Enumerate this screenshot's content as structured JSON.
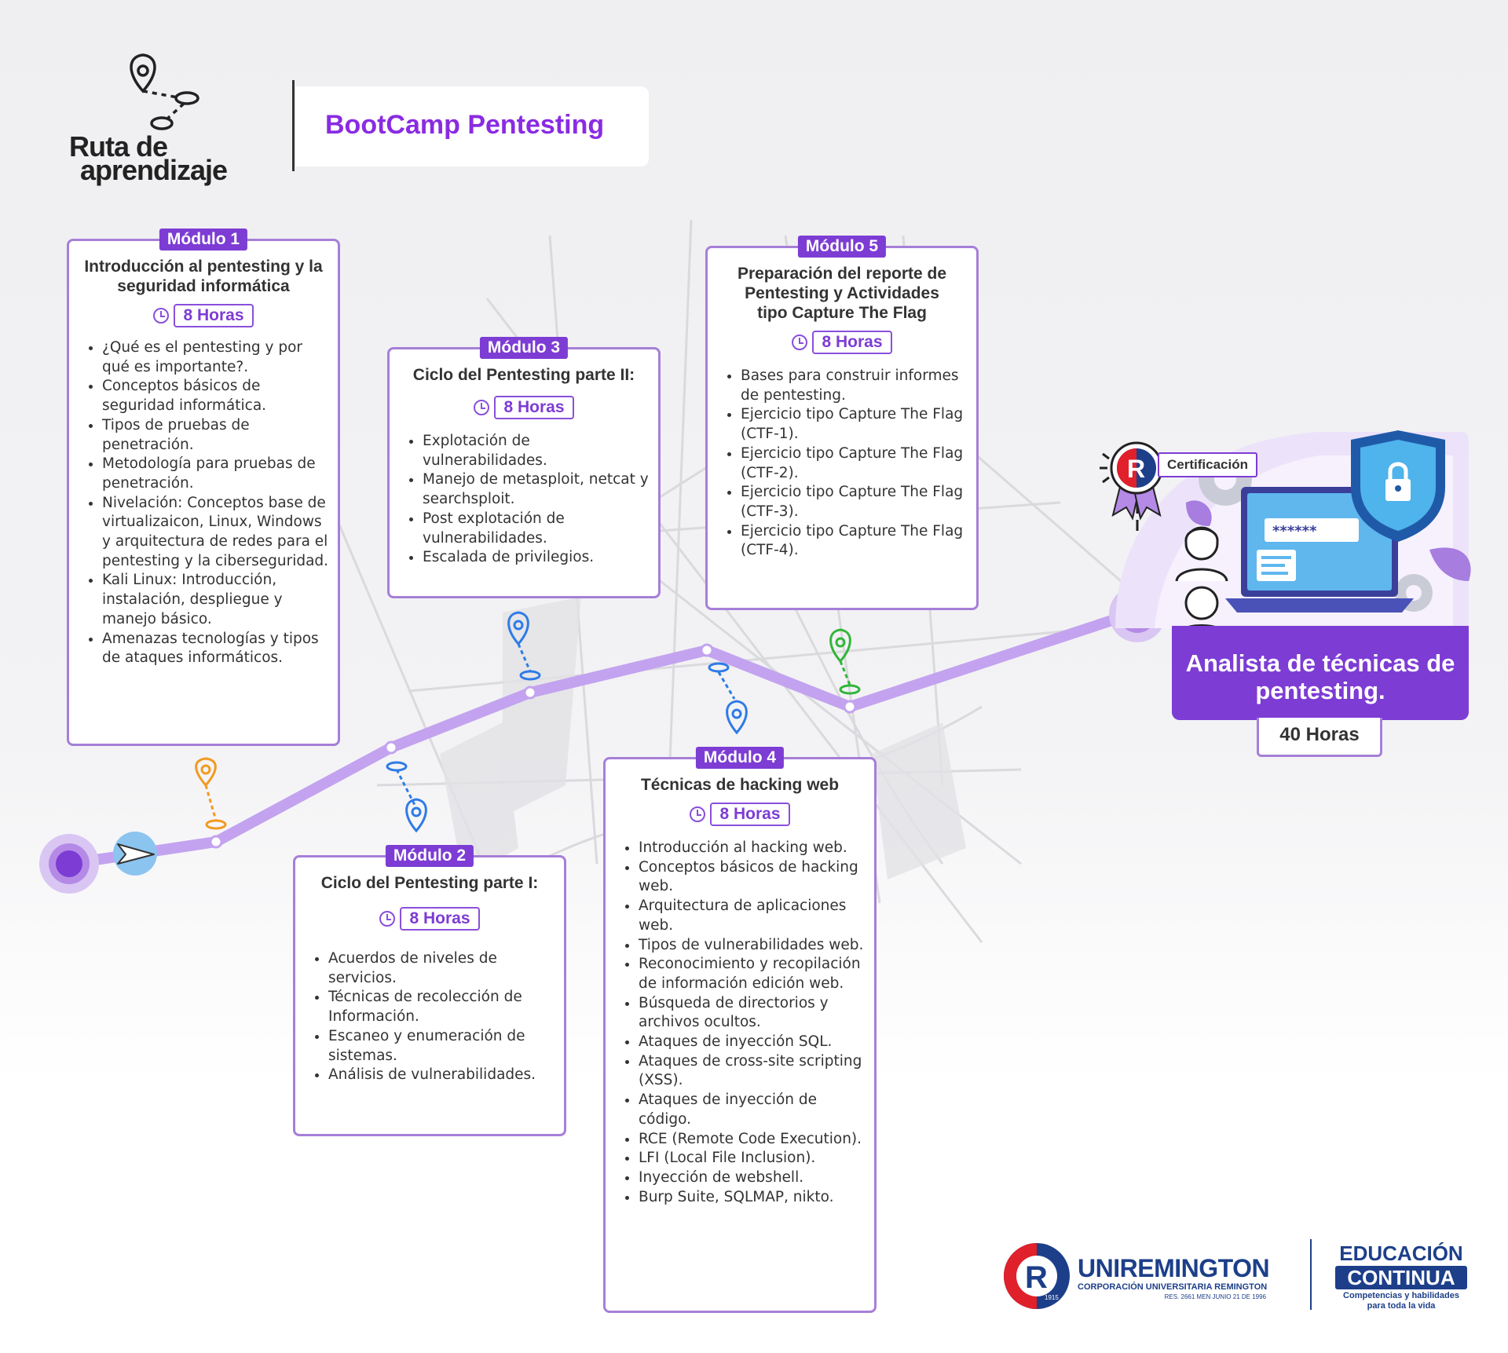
{
  "header": {
    "logo_line1": "Ruta de",
    "logo_line2": "aprendizaje",
    "title": "BootCamp Pentesting"
  },
  "modules": [
    {
      "tag": "Módulo 1",
      "title": "Introducción al pentesting y la seguridad informática",
      "hours": "8 Horas",
      "items": [
        "¿Qué es el pentesting y por qué es importante?.",
        "Conceptos básicos de seguridad informática.",
        "Tipos de pruebas de penetración.",
        "Metodología para pruebas de penetración.",
        "Nivelación: Conceptos base de virtualizaicon, Linux, Windows y arquitectura de redes para el pentesting y la ciberseguridad.",
        "Kali Linux: Introducción, instalación, despliegue y manejo básico.",
        "Amenazas tecnologías y tipos de ataques informáticos."
      ]
    },
    {
      "tag": "Módulo 2",
      "title": "Ciclo del Pentesting parte I:",
      "hours": "8 Horas",
      "items": [
        "Acuerdos de niveles de servicios.",
        "Técnicas de recolección de Información.",
        "Escaneo y enumeración de sistemas.",
        "Análisis de vulnerabilidades."
      ]
    },
    {
      "tag": "Módulo 3",
      "title": "Ciclo del Pentesting parte II:",
      "hours": "8 Horas",
      "items": [
        "Explotación de vulnerabilidades.",
        "Manejo de metasploit, netcat y searchsploit.",
        "Post explotación de vulnerabilidades.",
        "Escalada de privilegios."
      ]
    },
    {
      "tag": "Módulo 4",
      "title": "Técnicas de hacking web",
      "hours": "8 Horas",
      "items": [
        "Introducción al hacking web.",
        "Conceptos básicos de hacking web.",
        "Arquitectura de aplicaciones web.",
        "Tipos de vulnerabilidades web.",
        "Reconocimiento y recopilación de información edición web.",
        "Búsqueda de directorios y archivos ocultos.",
        "Ataques de inyección SQL.",
        "Ataques de cross-site scripting (XSS).",
        "Ataques de inyección de código.",
        "RCE (Remote Code Execution).",
        "LFI (Local File Inclusion).",
        "Inyección de webshell.",
        "Burp Suite, SQLMAP, nikto."
      ]
    },
    {
      "tag": "Módulo 5",
      "title": "Preparación del reporte de Pentesting y Actividades tipo Capture The Flag",
      "hours": "8 Horas",
      "items": [
        "Bases para construir informes de pentesting.",
        "Ejercicio tipo Capture The Flag (CTF-1).",
        "Ejercicio tipo Capture The Flag (CTF-2).",
        "Ejercicio tipo Capture The Flag (CTF-3).",
        "Ejercicio tipo Capture The Flag (CTF-4)."
      ]
    }
  ],
  "certification": {
    "label": "Certificación",
    "result_title": "Analista de técnicas de pentesting.",
    "total_hours": "40 Horas",
    "password_mask": "******"
  },
  "colors": {
    "accent": "#7d3cd4",
    "border": "#a67fd8",
    "path": "#c3a3ef",
    "pin_orange": "#f29a22",
    "pin_blue": "#2f7be6",
    "pin_green": "#33b53a"
  },
  "footer": {
    "uni_name": "UNIREMINGTON",
    "uni_sub": "CORPORACIÓN UNIVERSITARIA REMINGTON",
    "uni_res": "RES. 2661 MEN JUNIO 21 DE 1996",
    "uni_year": "1915",
    "edu_line1": "EDUCACIÓN",
    "edu_line2": "CONTINUA",
    "edu_tag1": "Competencias y habilidades",
    "edu_tag2": "para toda la vida"
  }
}
